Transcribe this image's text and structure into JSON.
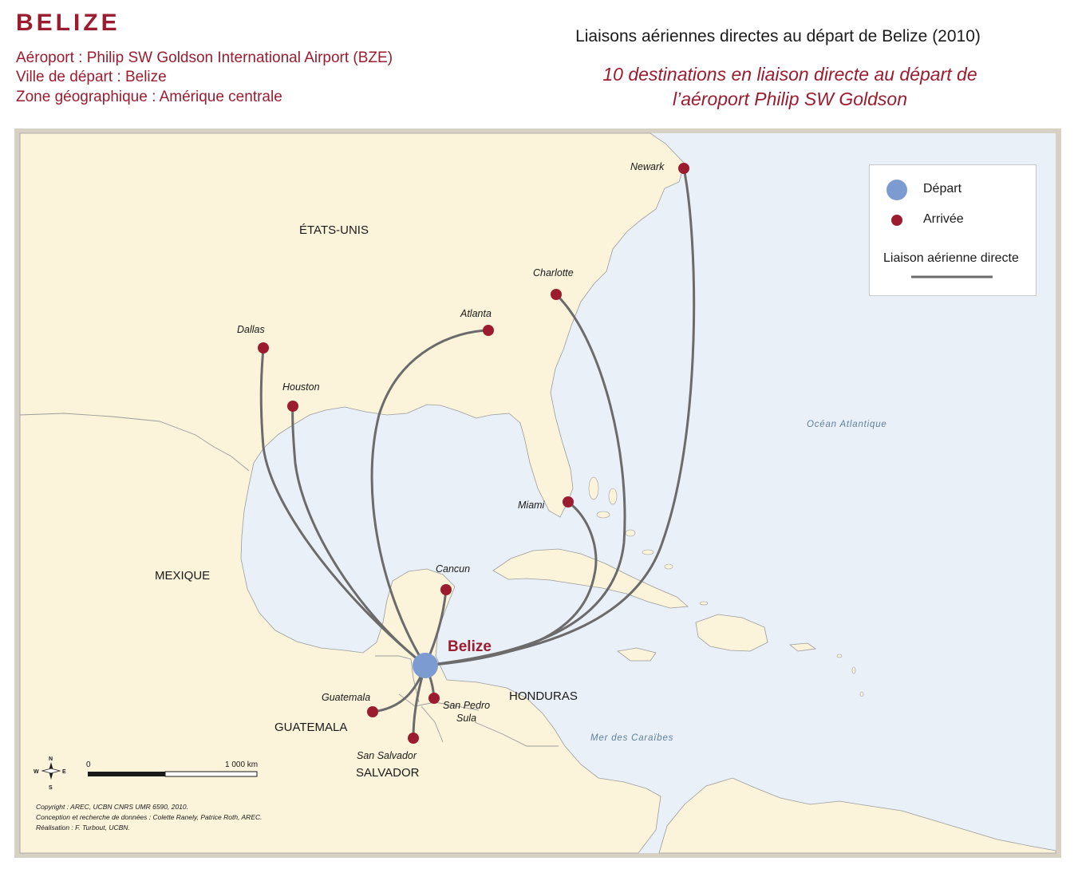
{
  "header": {
    "country": "BELIZE",
    "airport_line": "Aéroport : Philip SW Goldson International Airport (BZE)",
    "city_line": "Ville de départ : Belize",
    "zone_line": "Zone géographique : Amérique centrale",
    "title": "Liaisons aériennes directes au départ de Belize (2010)",
    "subtitle_line1": "10 destinations en liaison directe au départ de",
    "subtitle_line2": "l’aéroport Philip SW Goldson"
  },
  "map": {
    "colors": {
      "land": "#fbf3da",
      "sea": "#e9f0f8",
      "border": "#9c9c9c",
      "frame": "#d6d1c4",
      "route": "#6b6b6b",
      "arrival": "#9b1c2e",
      "departure": "#7b9bd1",
      "ocean_label": "#5f7f9c"
    },
    "departure": {
      "name": "Belize"
    },
    "destinations": [
      {
        "name": "Newark"
      },
      {
        "name": "Charlotte"
      },
      {
        "name": "Atlanta"
      },
      {
        "name": "Dallas"
      },
      {
        "name": "Houston"
      },
      {
        "name": "Miami"
      },
      {
        "name": "Cancun"
      },
      {
        "name": "Guatemala"
      },
      {
        "name": "San Pedro"
      },
      {
        "name": "Sula"
      },
      {
        "name": "San Salvador"
      }
    ],
    "country_labels": [
      "ÉTATS-UNIS",
      "MEXIQUE",
      "GUATEMALA",
      "HONDURAS",
      "SALVADOR"
    ],
    "ocean_labels": [
      "Océan Atlantique",
      "Mer des Caraïbes"
    ],
    "scale": {
      "start": "0",
      "end": "1 000 km"
    },
    "compass": {
      "n": "N",
      "s": "S",
      "e": "E",
      "w": "W"
    }
  },
  "legend": {
    "departure": "Départ",
    "arrival": "Arrivée",
    "route": "Liaison aérienne directe"
  },
  "credits": {
    "line1": "Copyright : AREC, UCBN CNRS UMR 6590, 2010.",
    "line2": "Conception et recherche de données : Colette Ranely, Patrice Roth, AREC.",
    "line3": "Réalisation : F. Turbout, UCBN."
  }
}
